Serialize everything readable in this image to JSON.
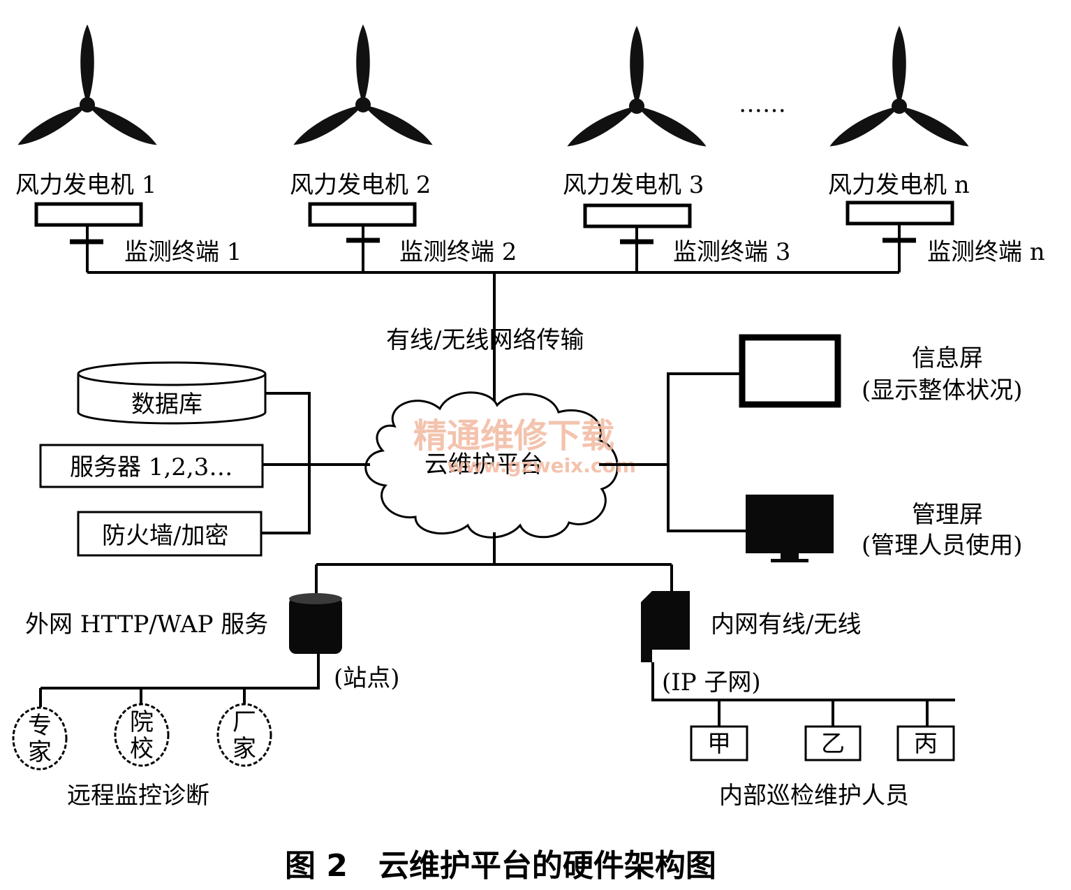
{
  "turbines": [
    {
      "label": "风力发电机 1",
      "terminal": "监测终端 1"
    },
    {
      "label": "风力发电机 2",
      "terminal": "监测终端 2"
    },
    {
      "label": "风力发电机 3",
      "terminal": "监测终端 3"
    },
    {
      "label": "风力发电机 n",
      "terminal": "监测终端 n"
    }
  ],
  "ellipsis": "……",
  "network_label": "有线/无线网络传输",
  "cloud_label": "云维护平台",
  "left_blocks": {
    "database": "数据库",
    "servers": "服务器 1,2,3…",
    "firewall": "防火墙/加密"
  },
  "right_blocks": {
    "info_screen": "信息屏",
    "info_screen_desc": "(显示整体状况)",
    "mgmt_screen": "管理屏",
    "mgmt_screen_desc": "(管理人员使用)"
  },
  "external": {
    "label": "外网 HTTP/WAP 服务",
    "station": "(站点)",
    "nodes": [
      {
        "top": "专",
        "bottom": "家"
      },
      {
        "top": "院",
        "bottom": "校"
      },
      {
        "top": "厂",
        "bottom": "家"
      }
    ],
    "caption": "远程监控诊断"
  },
  "internal": {
    "label": "内网有线/无线",
    "subnet": "(IP 子网)",
    "nodes": [
      "甲",
      "乙",
      "丙"
    ],
    "caption": "内部巡检维护人员"
  },
  "watermark": {
    "line1": "精通维修下载",
    "line2": "www.gzweix.com"
  },
  "figure_caption": "图 2　云维护平台的硬件架构图"
}
